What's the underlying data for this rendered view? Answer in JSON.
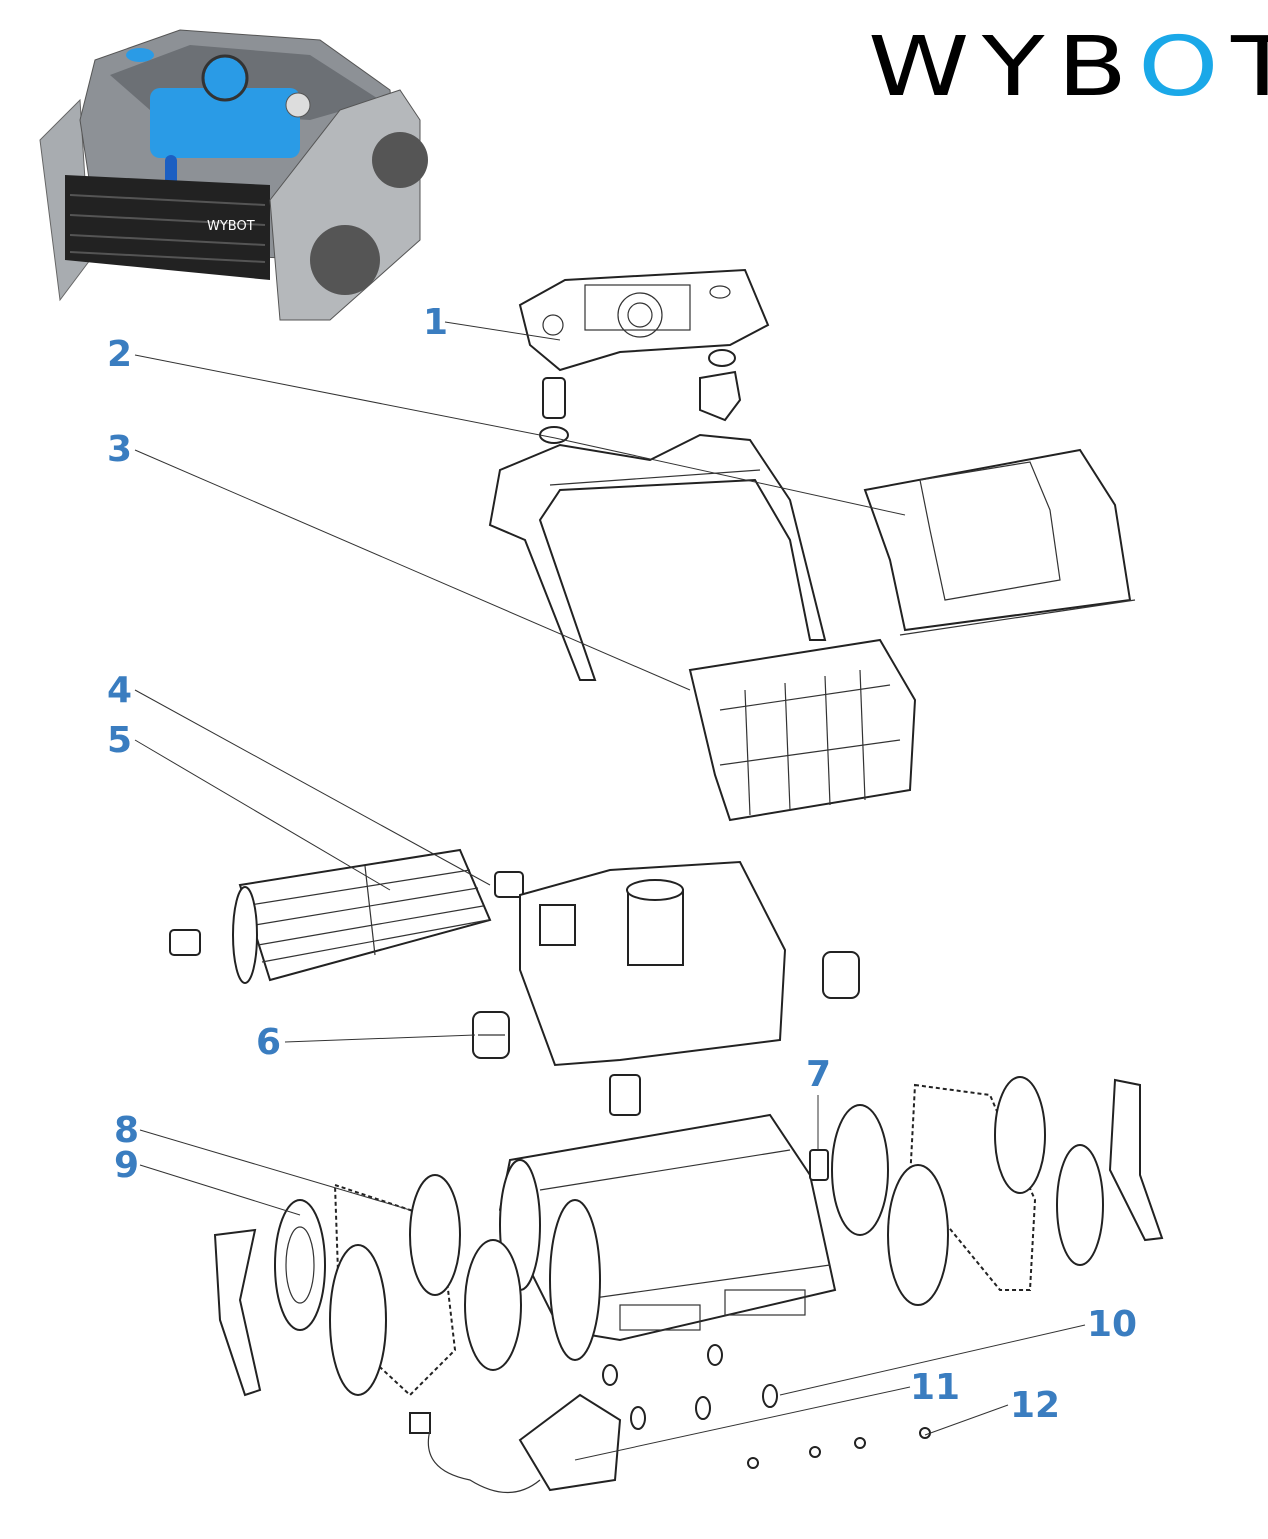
{
  "brand": {
    "logo_text_parts": [
      "WYB",
      "O",
      "T"
    ],
    "robot_badge": "WYBOT"
  },
  "callouts": [
    "1",
    "2",
    "3",
    "4",
    "5",
    "6",
    "7",
    "8",
    "9",
    "10",
    "11",
    "12"
  ],
  "colors": {
    "callout": "#3a7dc0",
    "logo": "#000000",
    "logo_accent": "#1aa8e8",
    "robot_accent": "#2a9be6",
    "robot_body": "#8d9196"
  }
}
